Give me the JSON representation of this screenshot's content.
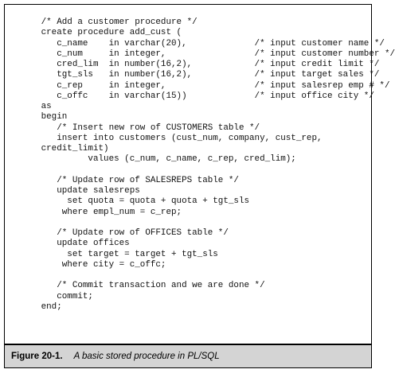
{
  "code_lines": [
    "   /* Add a customer procedure */",
    "   create procedure add_cust (",
    "      c_name    in varchar(20),             /* input customer name */",
    "      c_num     in integer,                 /* input customer number */",
    "      cred_lim  in number(16,2),            /* input credit limit */",
    "      tgt_sls   in number(16,2),            /* input target sales */",
    "      c_rep     in integer,                 /* input salesrep emp # */",
    "      c_offc    in varchar(15))             /* input office city */",
    "   as",
    "   begin",
    "      /* Insert new row of CUSTOMERS table */",
    "      insert into customers (cust_num, company, cust_rep,",
    "   credit_limit)",
    "            values (c_num, c_name, c_rep, cred_lim);",
    "",
    "      /* Update row of SALESREPS table */",
    "      update salesreps",
    "        set quota = quota + quota + tgt_sls",
    "       where empl_num = c_rep;",
    "",
    "      /* Update row of OFFICES table */",
    "      update offices",
    "        set target = target + tgt_sls",
    "       where city = c_offc;",
    "",
    "      /* Commit transaction and we are done */",
    "      commit;",
    "   end;"
  ],
  "caption": {
    "label": "Figure 20-1.",
    "text": "A basic stored procedure in PL/SQL"
  },
  "colors": {
    "caption_background": "#d4d4d4",
    "border": "#000000",
    "text": "#111111"
  }
}
